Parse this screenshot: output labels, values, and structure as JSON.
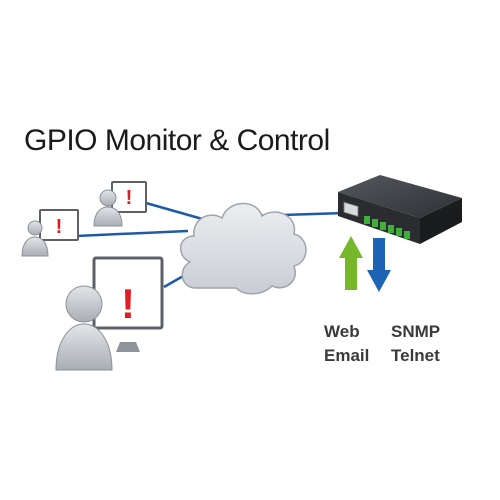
{
  "title": "GPIO Monitor & Control",
  "protocols": {
    "web": "Web",
    "email": "Email",
    "snmp": "SNMP",
    "telnet": "Telnet"
  },
  "alert_symbol": "!",
  "colors": {
    "link_line": "#1f5aa6",
    "cloud_fill": "#d6d9de",
    "cloud_stroke": "#9fa4ab",
    "alert_red": "#e31b23",
    "arrow_up_green": "#76b82a",
    "arrow_down_blue": "#1d64b4",
    "device_body": "#2c2e31",
    "device_terminal_green": "#3fae3a",
    "user_gray": "#b9bdc3"
  },
  "icons": [
    "user-monitor-alert-icon",
    "cloud-icon",
    "gpio-device-icon",
    "arrow-up-icon",
    "arrow-down-icon"
  ]
}
